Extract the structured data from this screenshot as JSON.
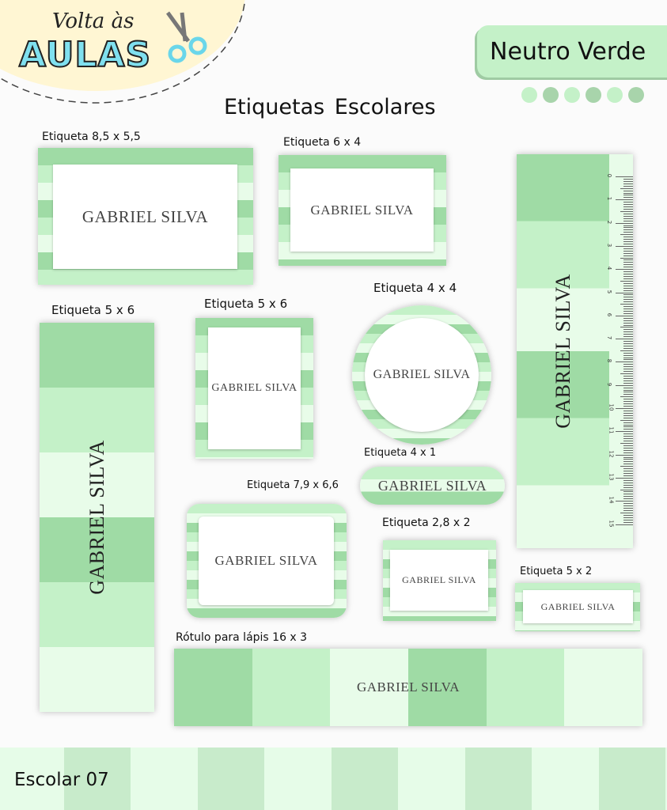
{
  "logo": {
    "line1": "Volta às",
    "line2": "AULAS"
  },
  "theme_badge": "Neutro Verde",
  "colors": {
    "dark": "#9fdba5",
    "mid": "#c4f1c8",
    "light": "#e8fce9",
    "dot_a": "#c4f1c8",
    "dot_b": "#a8d4ab"
  },
  "title": "Etiquetas Escolares",
  "name": "GABRIEL SILVA",
  "labels": {
    "l85x55": "Etiqueta 8,5 x 5,5",
    "l6x4": "Etiqueta 6 x 4",
    "l5x6a": "Etiqueta 5 x 6",
    "l5x6b": "Etiqueta 5 x 6",
    "l4x4": "Etiqueta 4 x 4",
    "l4x1": "Etiqueta 4 x 1",
    "l79x66": "Etiqueta 7,9 x 6,6",
    "l28x2": "Etiqueta 2,8 x 2",
    "l5x2": "Etiqueta 5 x 2",
    "pencil": "Rótulo para lápis 16 x 3"
  },
  "ruler_numbers": [
    "0",
    "1",
    "2",
    "3",
    "4",
    "5",
    "6",
    "7",
    "8",
    "9",
    "10",
    "11",
    "12",
    "13",
    "14",
    "15"
  ],
  "footer": "Escolar 07"
}
